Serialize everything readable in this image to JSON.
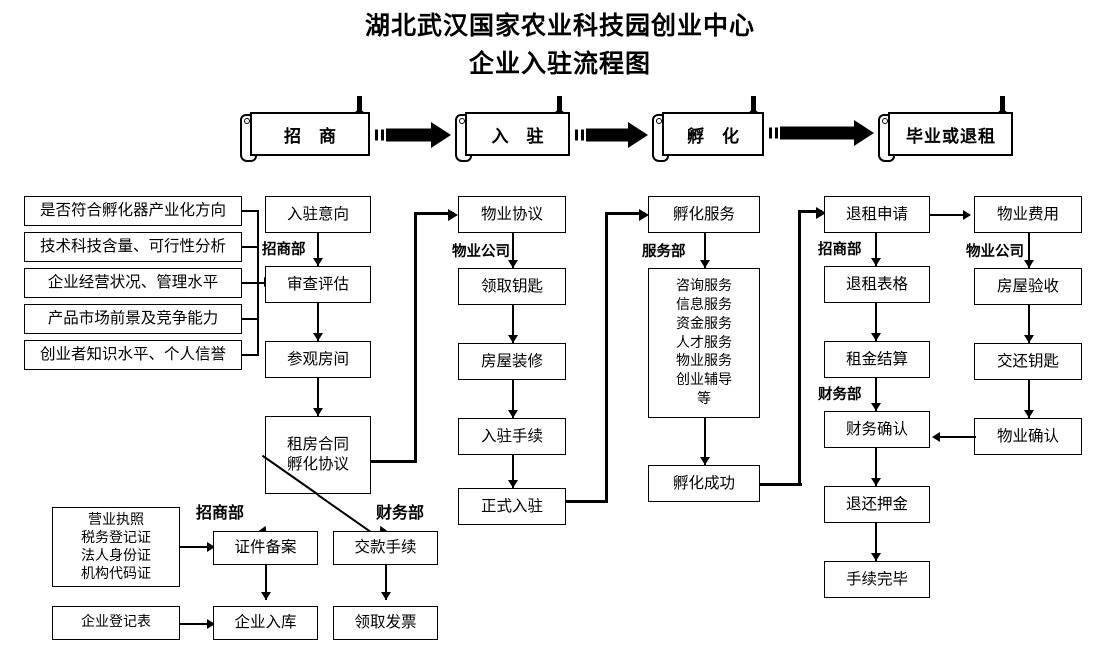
{
  "title": {
    "line1": "湖北武汉国家农业科技园创业中心",
    "line2": "企业入驻流程图"
  },
  "stages": [
    {
      "label": "招 商"
    },
    {
      "label": "入 驻"
    },
    {
      "label": "孵 化"
    },
    {
      "label": "毕业或退租"
    }
  ],
  "criteria": {
    "items": [
      "是否符合孵化器产业化方向",
      "技术科技含量、可行性分析",
      "企业经营状况、管理水平",
      "产品市场前景及竞争能力",
      "创业者知识水平、个人信誉"
    ]
  },
  "columns": [
    {
      "key": "zhaoshang",
      "dept": "招商部",
      "steps": [
        "入驻意向",
        "审查评估",
        "参观房间",
        "租房合同\n孵化协议"
      ]
    },
    {
      "key": "wuye_ruzhu",
      "dept": "物业公司",
      "steps": [
        "物业协议",
        "领取钥匙",
        "房屋装修",
        "入驻手续",
        "正式入驻"
      ]
    },
    {
      "key": "fuhua",
      "dept": "服务部",
      "steps": [
        "孵化服务",
        "咨询服务\n信息服务\n资金服务\n人才服务\n物业服务\n创业辅导\n等",
        "孵化成功"
      ]
    },
    {
      "key": "tuizu",
      "dept1": "招商部",
      "dept2": "财务部",
      "steps": [
        "退租申请",
        "退租表格",
        "租金结算",
        "财务确认",
        "退还押金",
        "手续完毕"
      ]
    },
    {
      "key": "wuye_tuizu",
      "dept": "物业公司",
      "steps": [
        "物业费用",
        "房屋验收",
        "交还钥匙",
        "物业确认"
      ]
    }
  ],
  "bottom": {
    "documents": "营业执照\n税务登记证\n法人身份证\n机构代码证",
    "registration_form": "企业登记表",
    "dept_left": "招商部",
    "dept_right": "财务部",
    "left_steps": [
      "证件备案",
      "企业入库"
    ],
    "right_steps": [
      "交款手续",
      "领取发票"
    ]
  },
  "colors": {
    "stroke": "#000000",
    "background": "#ffffff"
  }
}
